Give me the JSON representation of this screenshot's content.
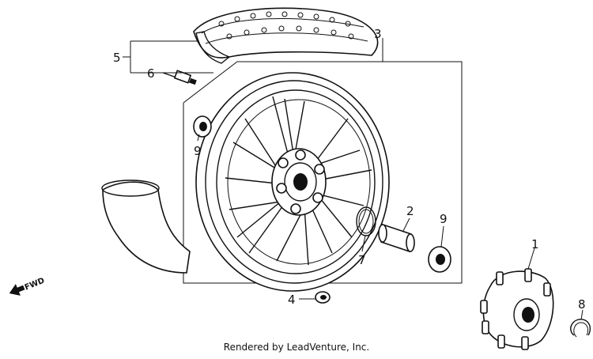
{
  "callouts": {
    "c1": "1",
    "c2": "2",
    "c3": "3",
    "c4": "4",
    "c5": "5",
    "c6": "6",
    "c7": "7",
    "c8": "8",
    "c9_left": "9",
    "c9_right": "9"
  },
  "direction_label": "FWD",
  "footer": "Rendered by LeadVenture, Inc."
}
